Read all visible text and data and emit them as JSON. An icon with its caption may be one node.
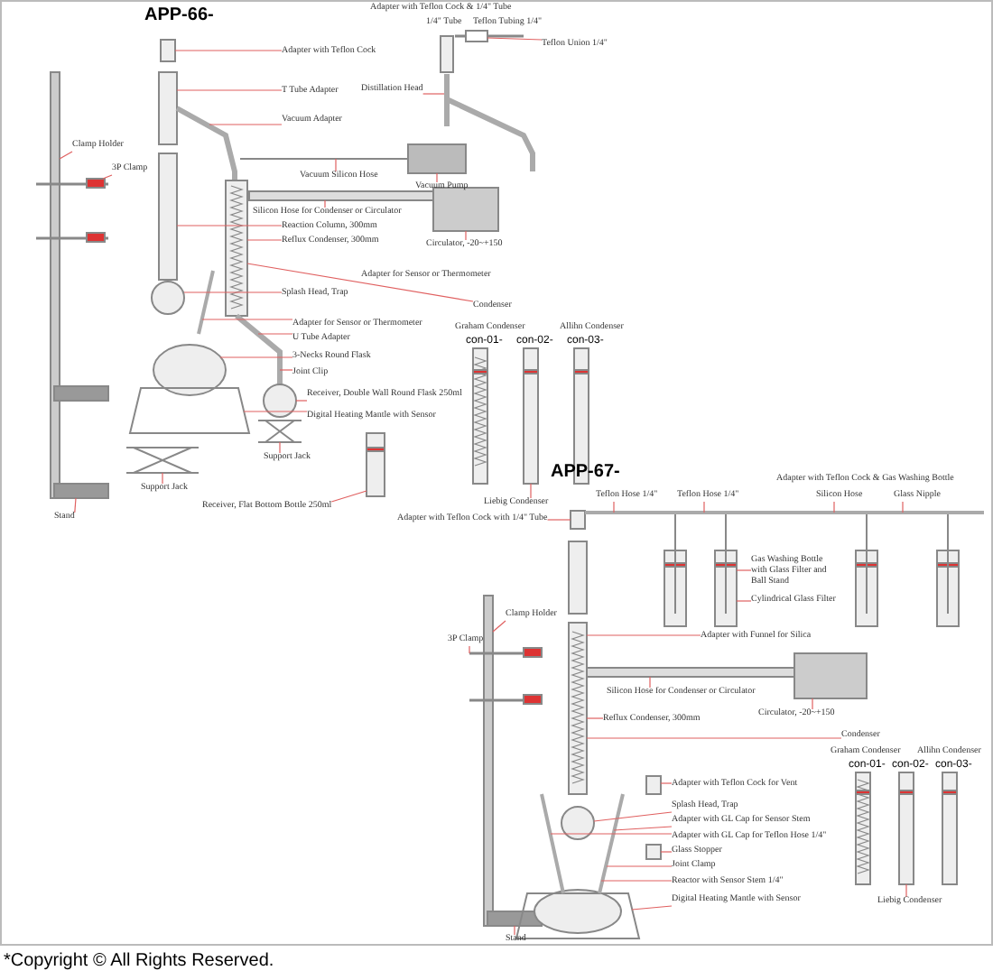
{
  "diagram": {
    "nodes": [
      {
        "text": [
          "Adapter with Teflon Cock"
        ]
      },
      {
        "text": [
          "Teflon Union 1/4\""
        ]
      },
      {
        "text": [
          "T Tube Adapter"
        ]
      },
      {
        "text": [
          "Distillation Head"
        ]
      },
      {
        "text": [
          "Vacuum Adapter"
        ]
      },
      {
        "text": [
          "Vacuum Silicon Hose"
        ]
      },
      {
        "text": [
          "Vacuum Pump"
        ]
      },
      {
        "text": [
          "Silicon Hose for Condenser or Circulator"
        ]
      },
      {
        "text": [
          "Reaction Column, 300mm"
        ]
      },
      {
        "text": [
          "Reflux Condenser, 300mm"
        ]
      },
      {
        "text": [
          "Circulator, -20~+150"
        ]
      },
      {
        "text": [
          "Condenser"
        ]
      },
      {
        "text": [
          "Splash Head, Trap"
        ]
      },
      {
        "text": [
          "Adapter for Sensor or Thermometer"
        ]
      },
      {
        "text": [
          "U Tube Adapter"
        ]
      },
      {
        "text": [
          "3-Necks Round Flask"
        ]
      },
      {
        "text": [
          "Joint Clip"
        ]
      },
      {
        "text": [
          "Receiver, Double Wall Round Flask 250ml"
        ]
      },
      {
        "text": [
          "Digital Heating Mantle with Sensor"
        ]
      },
      {
        "text": [
          "Clamp Holder"
        ]
      },
      {
        "text": [
          "3P Clamp"
        ]
      },
      {
        "text": [
          "Support Jack"
        ]
      },
      {
        "text": [
          "Support Jack"
        ]
      },
      {
        "text": [
          "Receiver, Flat Bottom Bottle 250ml"
        ]
      },
      {
        "text": [
          "Liebig Condenser"
        ]
      },
      {
        "text": [
          "Stand"
        ]
      },
      {
        "text": [
          "Adapter with Teflon Cock with 1/4\" Tube"
        ]
      },
      {
        "text": [
          "Teflon Hose 1/4\""
        ]
      },
      {
        "text": [
          "Teflon Hose 1/4\""
        ]
      },
      {
        "text": [
          "Silicon Hose"
        ]
      },
      {
        "text": [
          "Glass Nipple"
        ]
      },
      {
        "text": [
          "Gas Washing Bottle with Glass Filter and Ball Stand"
        ]
      },
      {
        "text": [
          "Cylindrical Glass Filter"
        ]
      },
      {
        "text": [
          "Adapter with Funnel for Silica"
        ]
      },
      {
        "text": [
          "Clamp Holder"
        ]
      },
      {
        "text": [
          "3P Clamp"
        ]
      },
      {
        "text": [
          "Silicon Hose for Condenser or Circulator"
        ]
      },
      {
        "text": [
          "Reflux Condenser, 300mm"
        ]
      },
      {
        "text": [
          "Circulator, -20~+150"
        ]
      },
      {
        "text": [
          "Condenser"
        ]
      },
      {
        "text": [
          "Adapter with Teflon Cock for Vent"
        ]
      },
      {
        "text": [
          "Splash Head, Trap"
        ]
      },
      {
        "text": [
          "Adapter with GL Cap for Sensor Stem"
        ]
      },
      {
        "text": [
          "Adapter with GL Cap for Teflon Hose 1/4\""
        ]
      },
      {
        "text": [
          "Glass Stopper"
        ]
      },
      {
        "text": [
          "Joint Clamp"
        ]
      },
      {
        "text": [
          "Reactor with Sensor Stem 1/4\""
        ]
      },
      {
        "text": [
          "Digital Heating Mantle with Sensor"
        ]
      },
      {
        "text": [
          "Liebig Condenser"
        ]
      },
      {
        "text": [
          "Stand"
        ]
      },
      {
        "text": [],
        "shape": "picture"
      },
      {
        "text": [],
        "shape": "picture"
      },
      {
        "text": [],
        "shape": "picture"
      },
      {
        "text": [],
        "shape": "picture"
      },
      {
        "text": [],
        "shape": "picture"
      },
      {
        "text": [],
        "shape": "picture"
      },
      {
        "text": [],
        "shape": "picture"
      },
      {
        "text": [],
        "shape": "picture"
      },
      {
        "text": [],
        "shape": "picture"
      },
      {
        "text": [],
        "shape": "picture"
      },
      {
        "text": [],
        "shape": "picture"
      },
      {
        "text": [],
        "shape": "picture"
      },
      {
        "text": [],
        "shape": "picture"
      },
      {
        "text": [],
        "shape": "picture"
      },
      {
        "text": [],
        "shape": "picture"
      },
      {
        "text": [],
        "shape": "picture"
      },
      {
        "text": [],
        "shape": "picture"
      },
      {
        "text": [],
        "shape": "picture"
      },
      {
        "text": [],
        "shape": "picture"
      },
      {
        "text": [],
        "shape": "picture"
      }
    ],
    "edges": [
      {
        "from": 0,
        "to": 51,
        "arrow": "none"
      },
      {
        "from": 1,
        "to": 55,
        "arrow": "none"
      },
      {
        "from": 2,
        "to": 51,
        "arrow": "none"
      },
      {
        "from": 3,
        "to": 55,
        "arrow": "none"
      },
      {
        "from": 4,
        "to": 51,
        "arrow": "none"
      },
      {
        "from": 5,
        "to": 56,
        "arrow": "none"
      },
      {
        "from": 6,
        "to": 56,
        "arrow": "none"
      },
      {
        "from": 7,
        "to": 64,
        "arrow": "none"
      },
      {
        "from": 8,
        "to": 51,
        "arrow": "none"
      },
      {
        "from": 9,
        "to": 51,
        "arrow": "none"
      },
      {
        "from": 10,
        "to": 57,
        "arrow": "none"
      },
      {
        "from": 11,
        "to": 51,
        "arrow": "none"
      },
      {
        "from": 12,
        "to": 51,
        "arrow": "none"
      },
      {
        "from": 13,
        "to": 51,
        "arrow": "none"
      },
      {
        "from": 14,
        "to": 51,
        "arrow": "none"
      },
      {
        "from": 15,
        "to": 51,
        "arrow": "none"
      },
      {
        "from": 16,
        "to": 51,
        "arrow": "none"
      },
      {
        "from": 17,
        "to": 51,
        "arrow": "none"
      },
      {
        "from": 18,
        "to": 51,
        "arrow": "none"
      },
      {
        "from": 19,
        "to": 50,
        "arrow": "none"
      },
      {
        "from": 20,
        "to": 50,
        "arrow": "none"
      },
      {
        "from": 21,
        "to": 52,
        "arrow": "none"
      },
      {
        "from": 22,
        "to": 53,
        "arrow": "none"
      },
      {
        "from": 23,
        "to": 54,
        "arrow": "none"
      },
      {
        "from": 24,
        "to": 58,
        "arrow": "none"
      },
      {
        "from": 25,
        "to": 50,
        "arrow": "none"
      },
      {
        "from": 26,
        "to": 60,
        "arrow": "none"
      },
      {
        "from": 27,
        "to": 62,
        "arrow": "none"
      },
      {
        "from": 28,
        "to": 62,
        "arrow": "none"
      },
      {
        "from": 29,
        "to": 62,
        "arrow": "none"
      },
      {
        "from": 30,
        "to": 62,
        "arrow": "none"
      },
      {
        "from": 31,
        "to": 67,
        "arrow": "none"
      },
      {
        "from": 32,
        "to": 67,
        "arrow": "none"
      },
      {
        "from": 33,
        "to": 60,
        "arrow": "none"
      },
      {
        "from": 34,
        "to": 59,
        "arrow": "none"
      },
      {
        "from": 35,
        "to": 59,
        "arrow": "none"
      },
      {
        "from": 36,
        "to": 65,
        "arrow": "none"
      },
      {
        "from": 37,
        "to": 60,
        "arrow": "none"
      },
      {
        "from": 38,
        "to": 61,
        "arrow": "none"
      },
      {
        "from": 39,
        "to": 60,
        "arrow": "none"
      },
      {
        "from": 40,
        "to": 60,
        "arrow": "none"
      },
      {
        "from": 41,
        "to": 60,
        "arrow": "none"
      },
      {
        "from": 42,
        "to": 60,
        "arrow": "none"
      },
      {
        "from": 43,
        "to": 60,
        "arrow": "none"
      },
      {
        "from": 44,
        "to": 60,
        "arrow": "none"
      },
      {
        "from": 45,
        "to": 60,
        "arrow": "none"
      },
      {
        "from": 46,
        "to": 60,
        "arrow": "none"
      },
      {
        "from": 47,
        "to": 60,
        "arrow": "none"
      },
      {
        "from": 48,
        "to": 63,
        "arrow": "none"
      },
      {
        "from": 49,
        "to": 59,
        "arrow": "none"
      }
    ],
    "labels": [
      "APP-66-",
      "Adapter with Teflon Cock & 1/4\" Tube",
      "1/4\" Tube",
      "Teflon Tubing 1/4\"",
      "Adapter for Sensor or Thermometer",
      "Graham Condenser",
      "Allihn Condenser",
      "con-01-",
      "con-02-",
      "con-03-",
      "APP-67-",
      "Adapter with Teflon Cock & Gas Washing Bottle",
      "Graham Condenser",
      "Allihn Condenser",
      "con-01-",
      "con-02-",
      "con-03-",
      "*Copyright © All Rights Reserved."
    ]
  }
}
